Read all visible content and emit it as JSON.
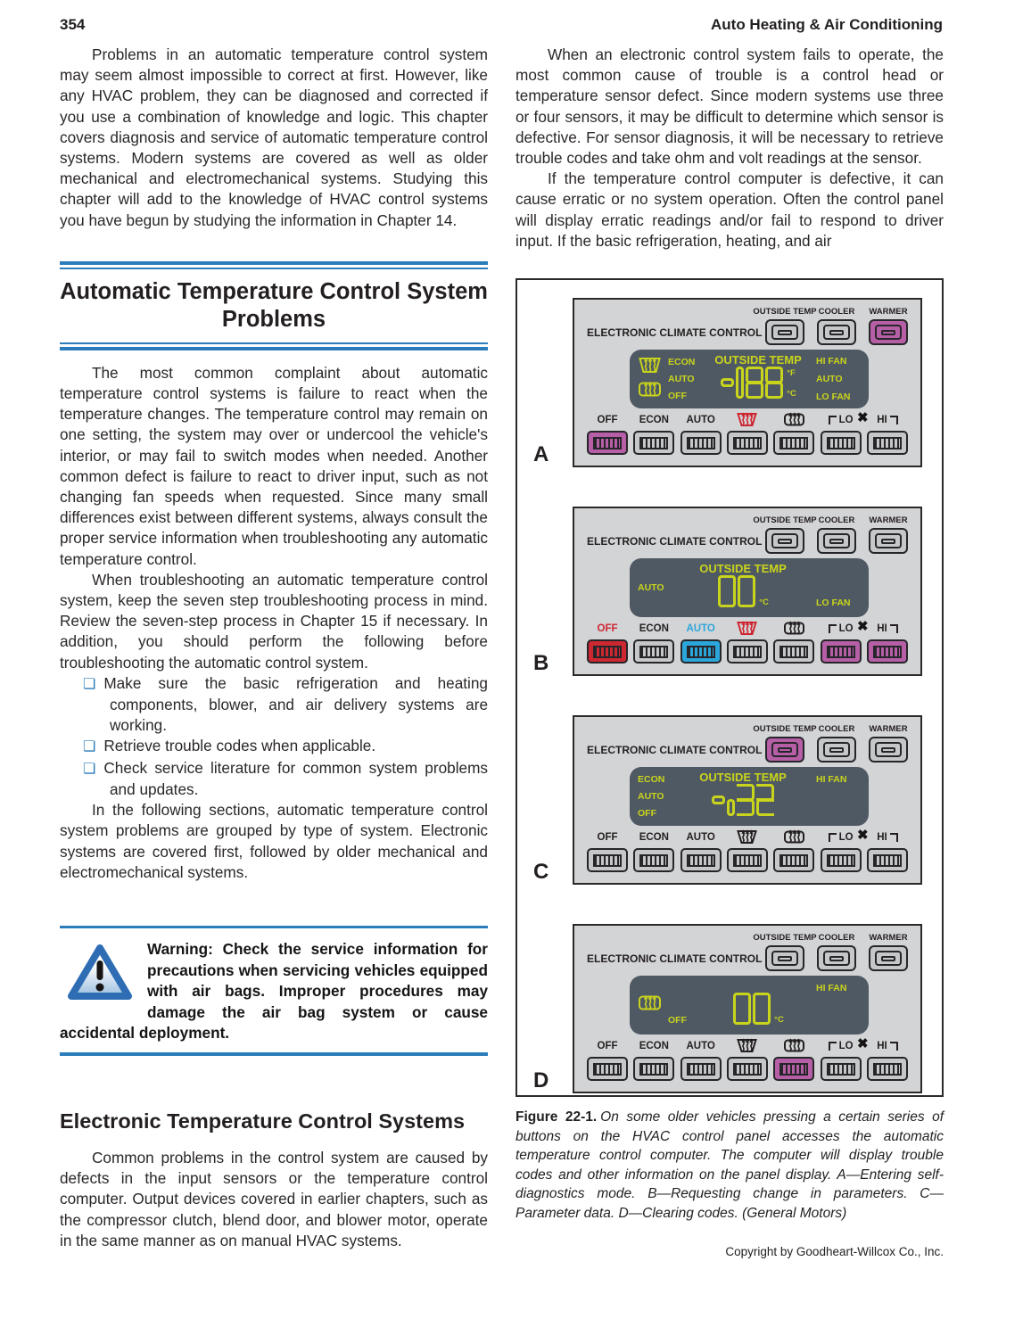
{
  "page": {
    "number": "354",
    "header": "Auto Heating & Air Conditioning",
    "copyright": "Copyright by Goodheart-Willcox Co., Inc."
  },
  "icons": {
    "bullet_glyph": "❏",
    "fan_glyph": "✖"
  },
  "colors": {
    "accent_blue": "#2b7cba",
    "led_green": "#c9d41c",
    "button_purple": "#b65fa6",
    "button_red": "#cd2731",
    "button_cyan": "#2ba6db",
    "panel_gray": "#d3d4d6",
    "display_slate": "#4f5963"
  },
  "left_column": {
    "para1": "Problems in an automatic temperature control system may seem almost impossible to correct at first. However, like any HVAC problem, they can be diagnosed and corrected if you use a combination of knowledge and logic. This chapter covers diagnosis and service of automatic temperature control systems. Modern systems are covered as well as older mechanical and electromechanical systems. Studying this chapter will add to the knowledge of HVAC control systems you have begun by studying the information in Chapter 14.",
    "section_heading": "Automatic Temperature Control System Problems",
    "para2": "The most common complaint about automatic temperature control systems is failure to react when the temperature changes. The temperature control may remain on one setting, the system may over or undercool the vehicle's interior, or may fail to switch modes when needed. Another common defect is failure to react to driver input, such as not changing fan speeds when requested. Since many small differences exist between different systems, always consult the proper service information when troubleshooting any automatic temperature control.",
    "para3": "When troubleshooting an automatic temperature control system, keep the seven step troubleshooting process in mind. Review the seven-step process in Chapter 15 if necessary. In addition, you should perform the following before troubleshooting the automatic control system.",
    "bullets": [
      "Make sure the basic refrigeration and heating components, blower, and air delivery systems are working.",
      "Retrieve trouble codes when applicable.",
      "Check service literature for common system problems and updates."
    ],
    "para4": "In the following sections, automatic temperature control system problems are grouped by type of system. Electronic systems are covered first, followed by older mechanical and electromechanical systems.",
    "warning": "Warning: Check the service information for precautions when servicing vehicles equipped with air bags. Improper procedures may damage the air bag system or cause accidental deployment.",
    "sub_heading": "Electronic Temperature Control Systems",
    "para5": "Common problems in the control system are caused by defects in the input sensors or the temperature control computer. Output devices covered in earlier chapters, such as the compressor clutch, blend door, and blower motor, operate in the same manner as on manual HVAC systems."
  },
  "right_column": {
    "para1": "When an electronic control system fails to operate, the most common cause of trouble is a control head or temperature sensor defect. Since modern systems use three or four sensors, it may be difficult to determine which sensor is defective. For sensor diagnosis, it will be necessary to retrieve trouble codes and take ohm and volt readings at the sensor.",
    "para2": "If the temperature control computer is defective, it can cause erratic or no system operation. Often the control panel will display erratic readings and/or fail to respond to driver input. If the basic refrigeration, heating, and air"
  },
  "figure": {
    "ecc_label": "ELECTRONIC CLIMATE CONTROL",
    "top_labels": [
      "OUTSIDE TEMP",
      "COOLER",
      "WARMER"
    ],
    "caption_label": "Figure 22-1.",
    "caption_text": "On some older vehicles pressing a certain series of buttons on the HVAC control panel accesses the automatic temperature control computer. The computer will display trouble codes and other information on the panel display. A—Entering self-diagnostics mode. B—Requesting change in parameters. C—Parameter data. D—Clearing codes. (General Motors)",
    "panels": [
      {
        "letter": "A",
        "top_active": [
          false,
          false,
          true
        ],
        "display": {
          "icons": [
            "front-defrost",
            "rear-defrost"
          ],
          "modes": [
            "ECON",
            "AUTO",
            "OFF"
          ],
          "modes_valign": "spread",
          "title": "OUTSIDE TEMP",
          "digits": "-188",
          "units": [
            "°F",
            "°C"
          ],
          "right": [
            "HI FAN",
            "AUTO",
            "LO FAN"
          ],
          "right_valign": "spread"
        },
        "labels": [
          {
            "t": "OFF",
            "c": "black"
          },
          {
            "t": "ECON",
            "c": "black"
          },
          {
            "t": "AUTO",
            "c": "black"
          },
          {
            "i": "front-defrost",
            "c": "red"
          },
          {
            "i": "rear-defrost",
            "c": "black"
          },
          {
            "t": "LO",
            "c": "black"
          },
          {
            "t": "HI",
            "c": "black"
          }
        ],
        "actives": {
          "0": "purple"
        }
      },
      {
        "letter": "B",
        "top_active": [
          false,
          false,
          false
        ],
        "display": {
          "icons": [],
          "modes": [
            "AUTO"
          ],
          "modes_valign": "center",
          "title": "OUTSIDE TEMP",
          "digits": "00",
          "units": [
            "°C"
          ],
          "right": [
            "LO FAN"
          ],
          "right_valign": "bottom"
        },
        "labels": [
          {
            "t": "OFF",
            "c": "red"
          },
          {
            "t": "ECON",
            "c": "black"
          },
          {
            "t": "AUTO",
            "c": "cyan"
          },
          {
            "i": "front-defrost",
            "c": "red"
          },
          {
            "i": "rear-defrost",
            "c": "black"
          },
          {
            "t": "LO",
            "c": "black"
          },
          {
            "t": "HI",
            "c": "black"
          }
        ],
        "actives": {
          "0": "red",
          "2": "cyan",
          "5": "purple",
          "6": "purple"
        }
      },
      {
        "letter": "C",
        "top_active": [
          true,
          false,
          false
        ],
        "display": {
          "icons": [],
          "modes": [
            "ECON",
            "AUTO",
            "OFF"
          ],
          "modes_valign": "spread",
          "title": "OUTSIDE TEMP",
          "digits": "-ı32",
          "units": [],
          "right": [
            "HI FAN"
          ],
          "right_valign": "top"
        },
        "labels": [
          {
            "t": "OFF",
            "c": "black"
          },
          {
            "t": "ECON",
            "c": "black"
          },
          {
            "t": "AUTO",
            "c": "black"
          },
          {
            "i": "front-defrost",
            "c": "black"
          },
          {
            "i": "rear-defrost",
            "c": "black"
          },
          {
            "t": "LO",
            "c": "black"
          },
          {
            "t": "HI",
            "c": "black"
          }
        ],
        "actives": {}
      },
      {
        "letter": "D",
        "top_active": [
          false,
          false,
          false
        ],
        "display": {
          "icons": [
            "rear-defrost"
          ],
          "modes": [
            "OFF"
          ],
          "modes_valign": "bottom",
          "title": "",
          "digits": "00",
          "units": [
            "°C"
          ],
          "right": [
            "HI FAN"
          ],
          "right_valign": "top"
        },
        "labels": [
          {
            "t": "OFF",
            "c": "black"
          },
          {
            "t": "ECON",
            "c": "black"
          },
          {
            "t": "AUTO",
            "c": "black"
          },
          {
            "i": "front-defrost",
            "c": "black"
          },
          {
            "i": "rear-defrost",
            "c": "black"
          },
          {
            "t": "LO",
            "c": "black"
          },
          {
            "t": "HI",
            "c": "black"
          }
        ],
        "actives": {
          "4": "purple"
        }
      }
    ]
  }
}
